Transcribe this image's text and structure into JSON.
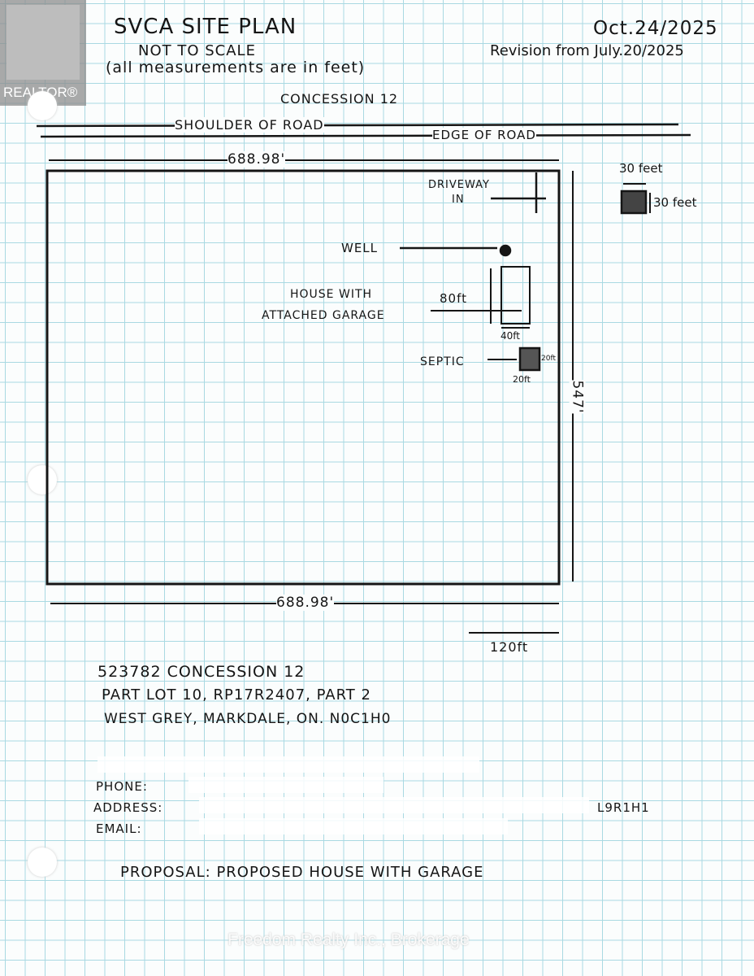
{
  "logo": {
    "text": "REALTOR®"
  },
  "header": {
    "title": "SVCA SITE PLAN",
    "subtitle": "NOT TO SCALE",
    "note": "(all measurements are in feet)",
    "date": "Oct.24/2025",
    "revision": "Revision from July.20/2025"
  },
  "road": {
    "concession": "CONCESSION 12",
    "shoulder": "SHOULDER OF ROAD",
    "edge": "EDGE OF ROAD"
  },
  "plan": {
    "top_width": "688.98'",
    "bottom_width": "688.98'",
    "depth": "547'",
    "offset": "120ft",
    "driveway": [
      "DRIVEWAY",
      "IN"
    ],
    "well": "WELL",
    "house": [
      "HOUSE WITH",
      "ATTACHED GARAGE"
    ],
    "house_length": "80ft",
    "house_width": "40ft",
    "septic": "SEPTIC",
    "septic_w": "20ft",
    "septic_h": "20ft"
  },
  "legend": {
    "width": "30 feet",
    "height": "30 feet"
  },
  "address": {
    "line1": "523782  CONCESSION 12",
    "line2": "PART LOT 10, RP17R2407, PART 2",
    "line3": "WEST GREY, MARKDALE, ON. N0C1H0"
  },
  "contact": {
    "phone_label": "PHONE:",
    "address_label": "ADDRESS:",
    "address_postal": "L9R1H1",
    "email_label": "EMAIL:"
  },
  "proposal": "PROPOSAL: PROPOSED HOUSE WITH GARAGE",
  "watermark": "Freedom Realty Inc., Brokerage"
}
